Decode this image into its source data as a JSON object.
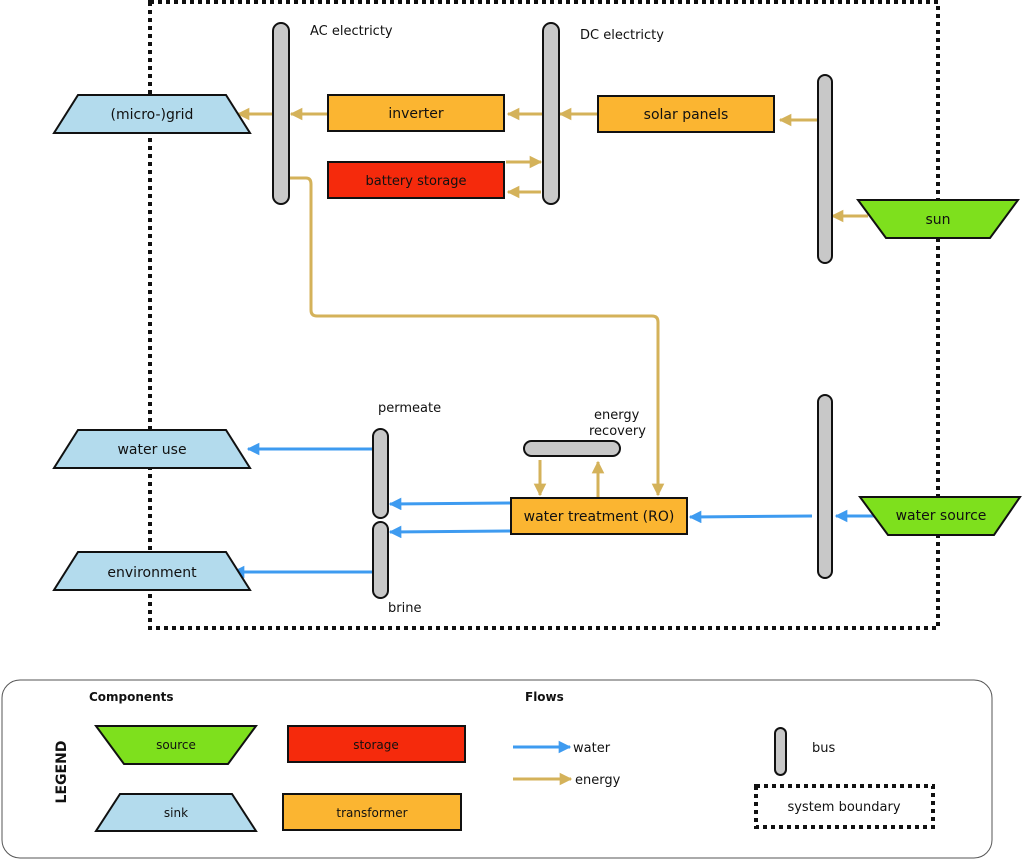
{
  "diagram": {
    "labels": {
      "ac_electricity": "AC electricty",
      "dc_electricity": "DC electricty",
      "permeate": "permeate",
      "energy_recovery_1": "energy",
      "energy_recovery_2": "recovery",
      "brine": "brine"
    },
    "components": {
      "grid": "(micro-)grid",
      "inverter": "inverter",
      "battery": "battery storage",
      "solar": "solar panels",
      "sun": "sun",
      "water_use": "water use",
      "environment": "environment",
      "water_treatment": "water treatment (RO)",
      "water_source": "water source"
    }
  },
  "legend": {
    "title": "LEGEND",
    "components_heading": "Components",
    "flows_heading": "Flows",
    "source": "source",
    "storage": "storage",
    "sink": "sink",
    "transformer": "transformer",
    "water": "water",
    "energy": "energy",
    "bus": "bus",
    "system_boundary": "system boundary"
  },
  "colors": {
    "source": "#7ee01d",
    "sink": "#b3dbed",
    "storage": "#f52a0c",
    "transformer": "#fbb531",
    "bus": "#c8c8c8",
    "water_flow": "#3e9bf0",
    "energy_flow": "#d4b25a"
  }
}
